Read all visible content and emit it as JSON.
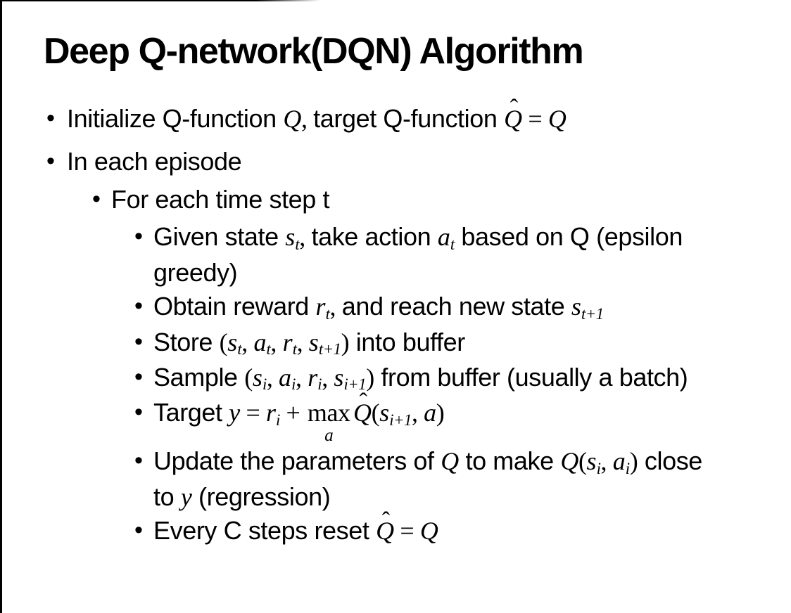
{
  "slide": {
    "title": "Deep Q-network(DQN) Algorithm",
    "background": "#ffffff",
    "text_color": "#000000",
    "border_color": "#000000",
    "bullet_char": "•"
  },
  "bullets": [
    {
      "level": 1,
      "segments": [
        {
          "t": "text",
          "v": "Initialize Q-function "
        },
        {
          "t": "var",
          "v": "Q"
        },
        {
          "t": "m",
          "v": ", "
        },
        {
          "t": "text",
          "v": "target Q-function "
        },
        {
          "t": "varhat",
          "v": "Q"
        },
        {
          "t": "m",
          "v": " = "
        },
        {
          "t": "var",
          "v": "Q"
        }
      ]
    },
    {
      "level": 1,
      "segments": [
        {
          "t": "text",
          "v": "In each episode"
        }
      ]
    },
    {
      "level": 2,
      "segments": [
        {
          "t": "text",
          "v": "For each time step t"
        }
      ]
    },
    {
      "level": 3,
      "segments": [
        {
          "t": "text",
          "v": "Given state "
        },
        {
          "t": "varsub",
          "v": "s",
          "sub": "t"
        },
        {
          "t": "m",
          "v": ", "
        },
        {
          "t": "text",
          "v": "take action "
        },
        {
          "t": "varsub",
          "v": "a",
          "sub": "t"
        },
        {
          "t": "text",
          "v": " based on Q (epsilon"
        },
        {
          "t": "br"
        },
        {
          "t": "text",
          "v": "greedy)"
        }
      ]
    },
    {
      "level": 3,
      "segments": [
        {
          "t": "text",
          "v": "Obtain reward "
        },
        {
          "t": "varsub",
          "v": "r",
          "sub": "t"
        },
        {
          "t": "m",
          "v": ", "
        },
        {
          "t": "text",
          "v": "and reach new state "
        },
        {
          "t": "varsub",
          "v": "s",
          "sub": "t+1"
        }
      ]
    },
    {
      "level": 3,
      "segments": [
        {
          "t": "text",
          "v": "Store "
        },
        {
          "t": "m",
          "v": "("
        },
        {
          "t": "varsub",
          "v": "s",
          "sub": "t"
        },
        {
          "t": "m",
          "v": ", "
        },
        {
          "t": "varsub",
          "v": "a",
          "sub": "t"
        },
        {
          "t": "m",
          "v": ", "
        },
        {
          "t": "varsub",
          "v": "r",
          "sub": "t"
        },
        {
          "t": "m",
          "v": ", "
        },
        {
          "t": "varsub",
          "v": "s",
          "sub": "t+1"
        },
        {
          "t": "m",
          "v": ")"
        },
        {
          "t": "text",
          "v": " into buffer"
        }
      ]
    },
    {
      "level": 3,
      "segments": [
        {
          "t": "text",
          "v": "Sample "
        },
        {
          "t": "m",
          "v": "("
        },
        {
          "t": "varsub",
          "v": "s",
          "sub": "i"
        },
        {
          "t": "m",
          "v": ", "
        },
        {
          "t": "varsub",
          "v": "a",
          "sub": "i"
        },
        {
          "t": "m",
          "v": ", "
        },
        {
          "t": "varsub",
          "v": "r",
          "sub": "i"
        },
        {
          "t": "m",
          "v": ", "
        },
        {
          "t": "varsub",
          "v": "s",
          "sub": "i+1"
        },
        {
          "t": "m",
          "v": ")"
        },
        {
          "t": "text",
          "v": " from buffer (usually a batch)"
        }
      ]
    },
    {
      "level": 3,
      "segments": [
        {
          "t": "text",
          "v": "Target "
        },
        {
          "t": "var",
          "v": "y"
        },
        {
          "t": "m",
          "v": " = "
        },
        {
          "t": "varsub",
          "v": "r",
          "sub": "i"
        },
        {
          "t": "m",
          "v": " + "
        },
        {
          "t": "limop",
          "v": "max",
          "under": "a"
        },
        {
          "t": "varhat",
          "v": "Q"
        },
        {
          "t": "m",
          "v": "("
        },
        {
          "t": "varsub",
          "v": "s",
          "sub": "i+1"
        },
        {
          "t": "m",
          "v": ", "
        },
        {
          "t": "var",
          "v": "a"
        },
        {
          "t": "m",
          "v": ")"
        }
      ]
    },
    {
      "level": 3,
      "segments": [
        {
          "t": "text",
          "v": "Update the parameters of "
        },
        {
          "t": "var",
          "v": "Q"
        },
        {
          "t": "text",
          "v": " to make "
        },
        {
          "t": "var",
          "v": "Q"
        },
        {
          "t": "m",
          "v": "("
        },
        {
          "t": "varsub",
          "v": "s",
          "sub": "i"
        },
        {
          "t": "m",
          "v": ", "
        },
        {
          "t": "varsub",
          "v": "a",
          "sub": "i"
        },
        {
          "t": "m",
          "v": ")"
        },
        {
          "t": "text",
          "v": " close"
        },
        {
          "t": "br"
        },
        {
          "t": "text",
          "v": "to "
        },
        {
          "t": "var",
          "v": "y"
        },
        {
          "t": "text",
          "v": " (regression)"
        }
      ]
    },
    {
      "level": 3,
      "segments": [
        {
          "t": "text",
          "v": "Every C steps reset "
        },
        {
          "t": "varhat",
          "v": "Q"
        },
        {
          "t": "m",
          "v": " = "
        },
        {
          "t": "var",
          "v": "Q"
        }
      ]
    }
  ]
}
